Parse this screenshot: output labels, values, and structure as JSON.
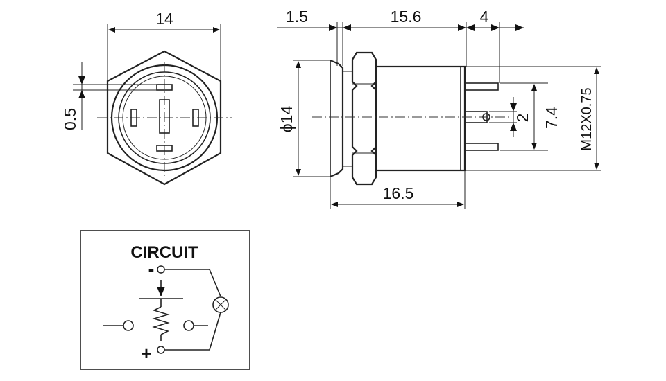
{
  "front_view": {
    "width_dim": "14",
    "ring_dim": "0.5"
  },
  "side_view": {
    "flange_dim": "1.5",
    "body_dim": "15.6",
    "terminal_dim": "4",
    "total_dim": "16.5",
    "diameter_dim": "ϕ14",
    "pin_pitch_dim": "2",
    "terminal_span_dim": "7.4",
    "thread_dim": "M12X0.75"
  },
  "circuit": {
    "title": "CIRCUIT",
    "minus_label": "-",
    "plus_label": "+"
  }
}
